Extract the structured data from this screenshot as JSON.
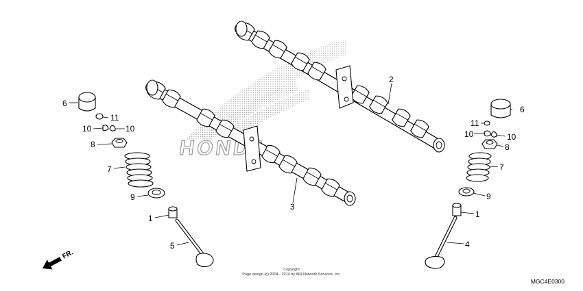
{
  "callouts": {
    "c1_left": "1",
    "c1_right": "1",
    "c2": "2",
    "c3": "3",
    "c4": "4",
    "c5": "5",
    "c6_left": "6",
    "c6_right": "6",
    "c7_left": "7",
    "c7_right": "7",
    "c8_left": "8",
    "c8_right": "8",
    "c9_left": "9",
    "c9_right": "9",
    "c10_left_a": "10",
    "c10_left_b": "10",
    "c10_right_a": "10",
    "c10_right_b": "10",
    "c11_left": "11",
    "c11_right": "11"
  },
  "front_arrow_label": "FR.",
  "copyright_line1": "Copyright",
  "copyright_line2": "Page design (c) 2004 - 2014 by ARI Network Services, Inc.",
  "diagram_code": "MGC4E0300",
  "watermark_text": "HONDA",
  "colors": {
    "ink": "#000000",
    "watermark_dots": "#9a9a9a",
    "background": "#ffffff"
  }
}
